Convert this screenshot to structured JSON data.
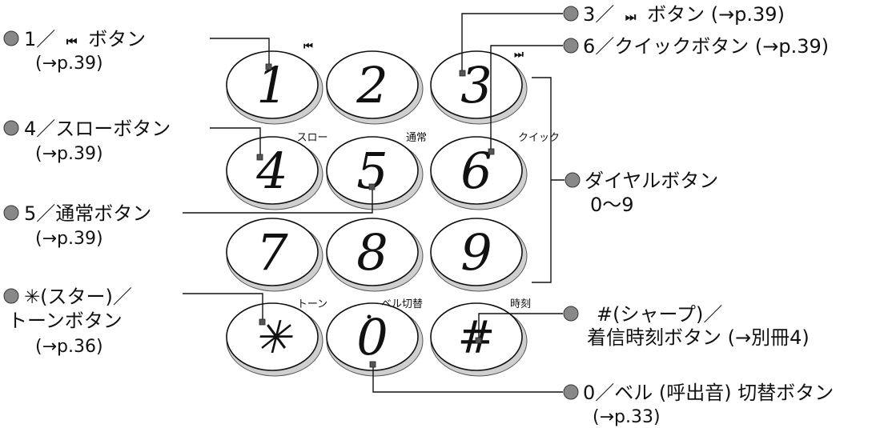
{
  "keys": [
    {
      "id": "1",
      "label": "1"
    },
    {
      "id": "2",
      "label": "2"
    },
    {
      "id": "3",
      "label": "3"
    },
    {
      "id": "4",
      "label": "4"
    },
    {
      "id": "5",
      "label": "5"
    },
    {
      "id": "6",
      "label": "6"
    },
    {
      "id": "7",
      "label": "7"
    },
    {
      "id": "8",
      "label": "8"
    },
    {
      "id": "9",
      "label": "9"
    },
    {
      "id": "star",
      "label": "✳"
    },
    {
      "id": "0",
      "label": "0"
    },
    {
      "id": "hash",
      "label": "#"
    }
  ],
  "key_labels": {
    "slow": "スロー",
    "normal": "通常",
    "quick": "クイック",
    "tone": "トーン",
    "bell": "ベル切替",
    "time": "時刻"
  },
  "icons": {
    "prev": "⏮",
    "next": "⏭"
  },
  "callouts": {
    "c1_main_a": "1／",
    "c1_icon": "⏮",
    "c1_main_b": "ボタン",
    "c1_ref": "(→p.39)",
    "c4_main": "4／スローボタン",
    "c4_ref": "(→p.39)",
    "c5_main": "5／通常ボタン",
    "c5_ref": "(→p.39)",
    "cstar_main": "✳(スター)／",
    "cstar_main2": "トーンボタン",
    "cstar_ref": "(→p.36)",
    "c3_main_a": "3／",
    "c3_icon": "⏭",
    "c3_main_b": "ボタン (→p.39)",
    "c6_main": "6／クイックボタン (→p.39)",
    "dial_main": "ダイヤルボタン",
    "dial_range": "0〜9",
    "chash_main": "#(シャープ)／",
    "chash_main2": "着信時刻ボタン (→別冊4)",
    "c0_main": "0／ベル (呼出音) 切替ボタン",
    "c0_ref": "(→p.33)"
  }
}
